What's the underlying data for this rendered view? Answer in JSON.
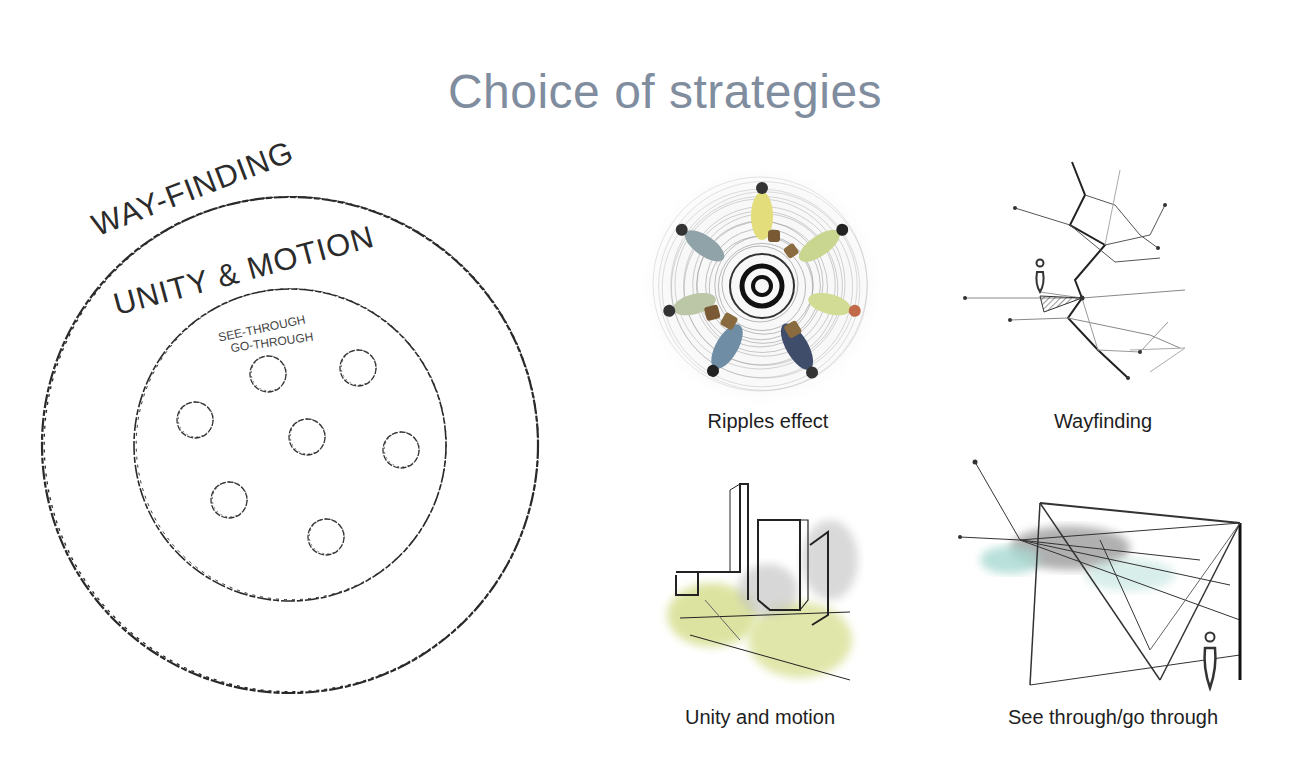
{
  "diagram": {
    "title": "Choice of strategies",
    "nodes": [
      {
        "text": [
          "WAY-FINDING"
        ]
      },
      {
        "text": [
          "UNITY & MOTION"
        ],
        "in": 0
      }
    ],
    "labels": [
      "SEE-THROUGH",
      "GO-THROUGH",
      "Ripples effect",
      "Wayfinding",
      "Unity and motion",
      "See through/go through"
    ]
  }
}
